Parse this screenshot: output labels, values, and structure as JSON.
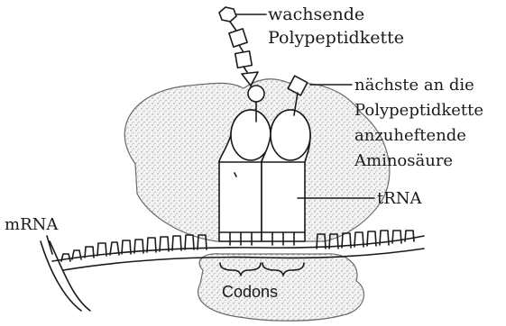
{
  "labels": {
    "growing_chain_line1": "wachsende",
    "growing_chain_line2": "Polypeptidkette",
    "next_aa_line1": "nächste an die",
    "next_aa_line2": "Polypeptidkette",
    "next_aa_line3": "anzuheftende",
    "next_aa_line4": "Aminosäure",
    "trna": "tRNA",
    "mrna": "mRNA",
    "codons": "Codons"
  },
  "colors": {
    "ink": "#1a1a1a",
    "ribosome_fill": "#f2f2f2",
    "ribosome_stipple": "#9a9a9a",
    "background": "#ffffff"
  }
}
